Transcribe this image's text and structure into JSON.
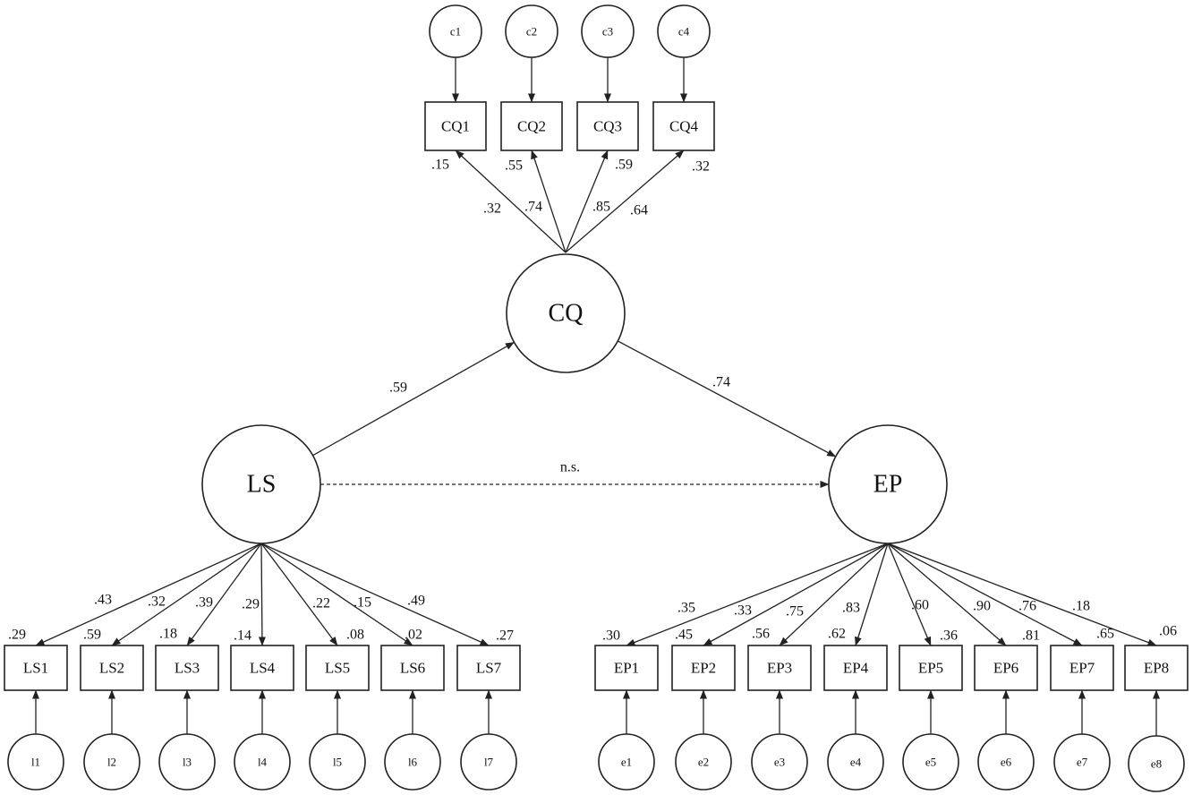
{
  "latents": {
    "cq": "CQ",
    "ls": "LS",
    "ep": "EP"
  },
  "structural": {
    "ls_to_cq": ".59",
    "cq_to_ep": ".74",
    "ls_to_ep": "n.s."
  },
  "cq": {
    "items": [
      {
        "label": "CQ1",
        "error": "c1",
        "loading": ".32",
        "r2": ".15"
      },
      {
        "label": "CQ2",
        "error": "c2",
        "loading": ".74",
        "r2": ".55"
      },
      {
        "label": "CQ3",
        "error": "c3",
        "loading": ".85",
        "r2": ".59"
      },
      {
        "label": "CQ4",
        "error": "c4",
        "loading": ".64",
        "r2": ".32"
      }
    ]
  },
  "ls": {
    "items": [
      {
        "label": "LS1",
        "error": "l1",
        "loading": ".43",
        "r2": ".29"
      },
      {
        "label": "LS2",
        "error": "l2",
        "loading": ".32",
        "r2": ".59"
      },
      {
        "label": "LS3",
        "error": "l3",
        "loading": ".39",
        "r2": ".18"
      },
      {
        "label": "LS4",
        "error": "l4",
        "loading": ".29",
        "r2": ".14"
      },
      {
        "label": "LS5",
        "error": "l5",
        "loading": ".22",
        "r2": ".08"
      },
      {
        "label": "LS6",
        "error": "l6",
        "loading": ".15",
        "r2": ".02"
      },
      {
        "label": "LS7",
        "error": "l7",
        "loading": ".49",
        "r2": ".27"
      }
    ]
  },
  "ep": {
    "items": [
      {
        "label": "EP1",
        "error": "e1",
        "loading": ".35",
        "r2": ".30"
      },
      {
        "label": "EP2",
        "error": "e2",
        "loading": ".33",
        "r2": ".45"
      },
      {
        "label": "EP3",
        "error": "e3",
        "loading": ".75",
        "r2": ".56"
      },
      {
        "label": "EP4",
        "error": "e4",
        "loading": ".83",
        "r2": ".62"
      },
      {
        "label": "EP5",
        "error": "e5",
        "loading": ".60",
        "r2": ".36"
      },
      {
        "label": "EP6",
        "error": "e6",
        "loading": ".90",
        "r2": ".81"
      },
      {
        "label": "EP7",
        "error": "e7",
        "loading": ".76",
        "r2": ".65"
      },
      {
        "label": "EP8",
        "error": "e8",
        "loading": ".18",
        "r2": ".06"
      }
    ]
  }
}
